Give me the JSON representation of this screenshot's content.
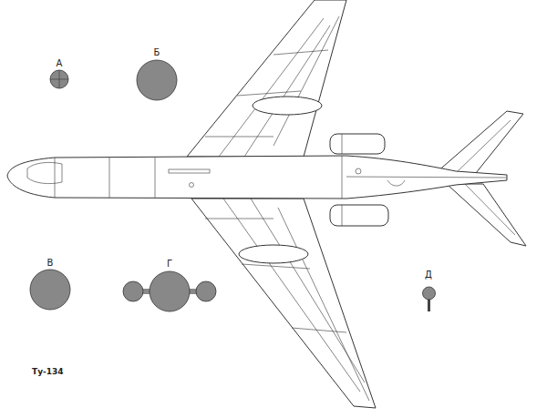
{
  "diagram": {
    "caption": "Ту-134",
    "labels": [
      "А",
      "Б",
      "В",
      "Г",
      "Д"
    ]
  }
}
